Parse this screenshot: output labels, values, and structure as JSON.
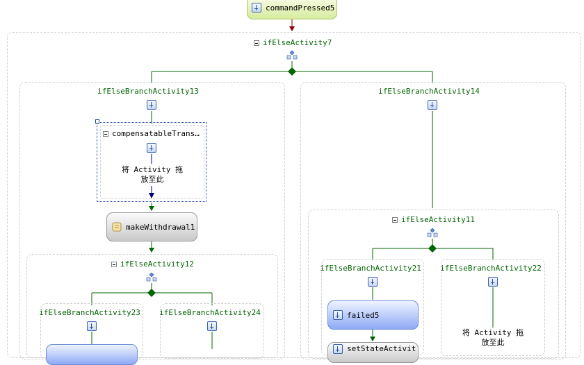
{
  "top_activity": {
    "label": "commandPressed5"
  },
  "if_else_7": {
    "label": "ifElseActivity7"
  },
  "branch_13": {
    "label": "ifElseBranchActivity13",
    "compensatable": {
      "label": "compensatableTrans…",
      "drop_hint_line1": "将 Activity 拖",
      "drop_hint_line2": "放至此"
    },
    "make_withdrawal": {
      "label": "makeWithdrawal1"
    },
    "if_else_12": {
      "label": "ifElseActivity12",
      "branch_23": {
        "label": "ifElseBranchActivity23"
      },
      "branch_24": {
        "label": "ifElseBranchActivity24"
      }
    }
  },
  "branch_14": {
    "label": "ifElseBranchActivity14",
    "if_else_11": {
      "label": "ifElseActivity11",
      "branch_21": {
        "label": "ifElseBranchActivity21",
        "failed": {
          "label": "failed5"
        },
        "set_state": {
          "label": "setStateActivit"
        }
      },
      "branch_22": {
        "label": "ifElseBranchActivity22",
        "drop_hint_line1": "将 Activity 拖",
        "drop_hint_line2": "放至此"
      }
    }
  },
  "colors": {
    "connector": "#006400",
    "top_arrow": "#8b0000",
    "label_green": "#006400"
  }
}
